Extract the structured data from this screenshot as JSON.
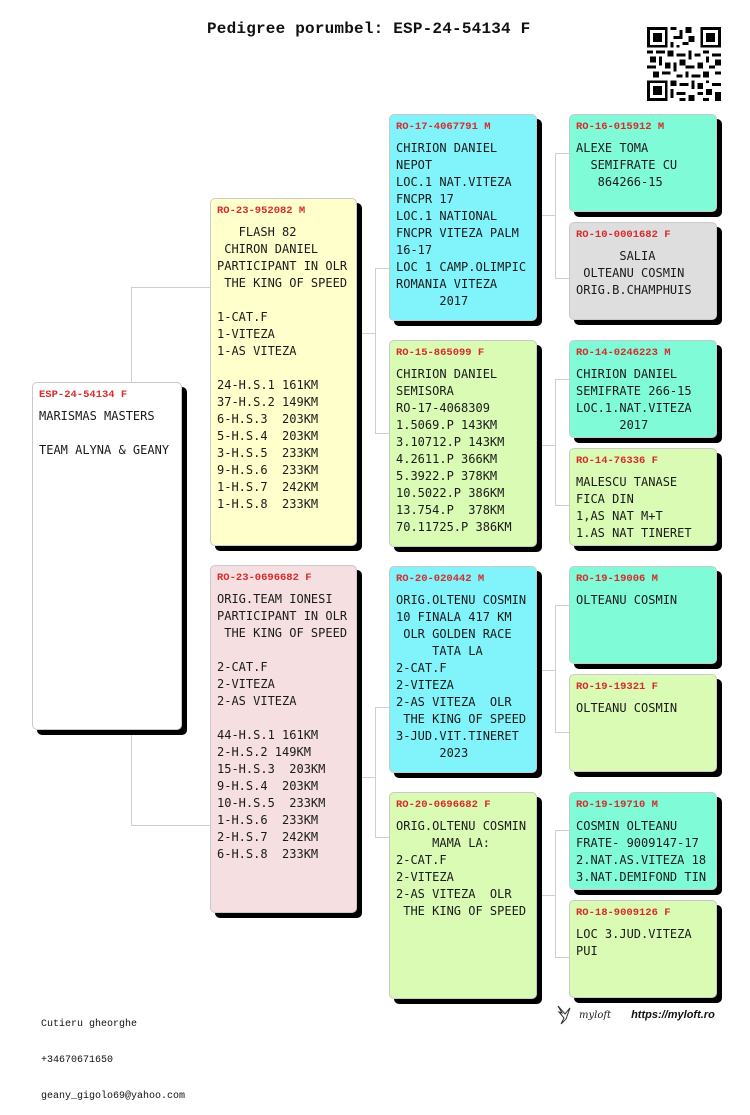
{
  "header": {
    "title": "Pedigree porumbel: ESP-24-54134 F",
    "qr_icon": "qr-code-icon"
  },
  "pedigree": {
    "subject": {
      "ring": "ESP-24-54134 F",
      "color": "#ffffff",
      "lines": [
        "MARISMAS MASTERS",
        "",
        "TEAM ALYNA & GEANY"
      ]
    },
    "sire": {
      "ring": "RO-23-952082 M",
      "color": "#ffffcc",
      "lines": [
        "   FLASH 82",
        " CHIRON DANIEL",
        "PARTICIPANT IN OLR",
        " THE KING OF SPEED",
        "",
        "1-CAT.F",
        "1-VITEZA",
        "1-AS VITEZA",
        "",
        "24-H.S.1 161KM",
        "37-H.S.2 149KM",
        "6-H.S.3  203KM",
        "5-H.S.4  203KM",
        "3-H.S.5  233KM",
        "9-H.S.6  233KM",
        "1-H.S.7  242KM",
        "1-H.S.8  233KM"
      ]
    },
    "dam": {
      "ring": "RO-23-0696682 F",
      "color": "#f5dfe1",
      "lines": [
        "ORIG.TEAM IONESI",
        "PARTICIPANT IN OLR",
        " THE KING OF SPEED",
        "",
        "2-CAT.F",
        "2-VITEZA",
        "2-AS VITEZA",
        "",
        "44-H.S.1 161KM",
        "2-H.S.2 149KM",
        "15-H.S.3  203KM",
        "9-H.S.4  203KM",
        "10-H.S.5  233KM",
        "1-H.S.6  233KM",
        "2-H.S.7  242KM",
        "6-H.S.8  233KM"
      ]
    },
    "sire_sire": {
      "ring": "RO-17-4067791 M",
      "color": "#80f3fb",
      "lines": [
        "CHIRION DANIEL",
        "NEPOT",
        "LOC.1 NAT.VITEZA",
        "FNCPR 17",
        "LOC.1 NATIONAL",
        "FNCPR VITEZA PALM",
        "16-17",
        "LOC 1 CAMP.OLIMPIC",
        "ROMANIA VITEZA",
        "      2017"
      ]
    },
    "sire_dam": {
      "ring": "RO-15-865099 F",
      "color": "#d9fbb4",
      "lines": [
        "CHIRION DANIEL",
        "SEMISORA",
        "RO-17-4068309",
        "1.5069.P 143KM",
        "3.10712.P 143KM",
        "4.2611.P 366KM",
        "5.3922.P 378KM",
        "10.5022.P 386KM",
        "13.754.P  378KM",
        "70.11725.P 386KM"
      ]
    },
    "dam_sire": {
      "ring": "RO-20-020442 M",
      "color": "#80f3fb",
      "lines": [
        "ORIG.OLTENU COSMIN",
        "10 FINALA 417 KM",
        " OLR GOLDEN RACE",
        "     TATA LA",
        "2-CAT.F",
        "2-VITEZA",
        "2-AS VITEZA  OLR",
        " THE KING OF SPEED",
        "3-JUD.VIT.TINERET",
        "      2023"
      ]
    },
    "dam_dam": {
      "ring": "RO-20-0696682 F",
      "color": "#d9fbb4",
      "lines": [
        "ORIG.OLTENU COSMIN",
        "     MAMA LA:",
        "2-CAT.F",
        "2-VITEZA",
        "2-AS VITEZA  OLR",
        " THE KING OF SPEED"
      ]
    },
    "ss_sire": {
      "ring": "RO-16-015912 M",
      "color": "#80fbd8",
      "lines": [
        "ALEXE TOMA",
        "  SEMIFRATE CU",
        "   864266-15"
      ]
    },
    "ss_dam": {
      "ring": "RO-10-0001682 F",
      "color": "#dedede",
      "lines": [
        "      SALIA",
        " OLTEANU COSMIN",
        "ORIG.B.CHAMPHUIS"
      ]
    },
    "sd_sire": {
      "ring": "RO-14-0246223 M",
      "color": "#80fbd8",
      "lines": [
        "CHIRION DANIEL",
        "SEMIFRATE 266-15",
        "LOC.1.NAT.VITEZA",
        "      2017"
      ]
    },
    "sd_dam": {
      "ring": "RO-14-76336 F",
      "color": "#d9fbb4",
      "lines": [
        "MALESCU TANASE",
        "FICA DIN",
        "1,AS NAT M+T",
        "1.AS NAT TINERET"
      ]
    },
    "ds_sire": {
      "ring": "RO-19-19006 M",
      "color": "#80fbd8",
      "lines": [
        "OLTEANU COSMIN"
      ]
    },
    "ds_dam": {
      "ring": "RO-19-19321 F",
      "color": "#d9fbb4",
      "lines": [
        "OLTEANU COSMIN"
      ]
    },
    "dd_sire": {
      "ring": "RO-19-19710 M",
      "color": "#80fbd8",
      "lines": [
        "COSMIN OLTEANU",
        "FRATE- 9009147-17",
        "2.NAT.AS.VITEZA 18",
        "3.NAT.DEMIFOND TIN"
      ]
    },
    "dd_dam": {
      "ring": "RO-18-9009126 F",
      "color": "#d9fbb4",
      "lines": [
        "LOC 3.JUD.VITEZA",
        "PUI"
      ]
    }
  },
  "footer": {
    "owner_name": "Cutieru gheorghe",
    "phone": "+34670671650",
    "email": "geany_gigolo69@yahoo.com",
    "brand_logo_icon": "myloft-bird-icon",
    "brand_name": "myloft",
    "brand_url": "https://myloft.ro"
  }
}
